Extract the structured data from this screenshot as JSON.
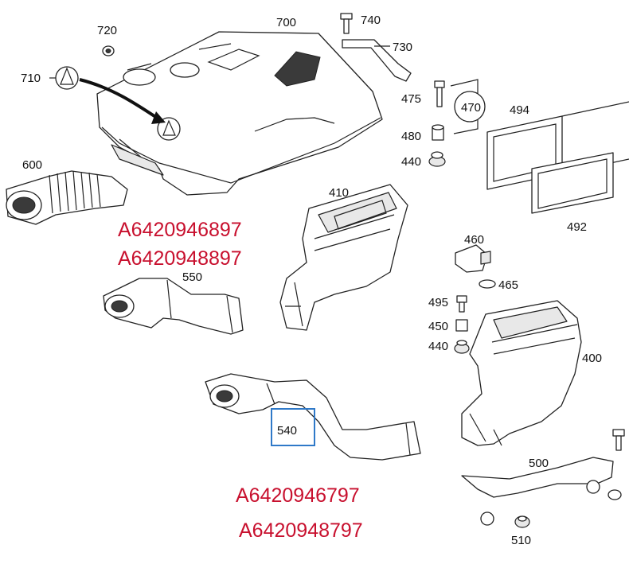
{
  "labels": {
    "l700": "700",
    "l720": "720",
    "l740": "740",
    "l730": "730",
    "l710": "710",
    "l475": "475",
    "l470": "470",
    "l480": "480",
    "l440a": "440",
    "l494": "494",
    "l600": "600",
    "l410": "410",
    "l492": "492",
    "l550": "550",
    "l460": "460",
    "l465": "465",
    "l495": "495",
    "l450": "450",
    "l440b": "440",
    "l400": "400",
    "l540": "540",
    "l500": "500",
    "l510": "510"
  },
  "part_numbers": {
    "p550_a": "A6420946897",
    "p550_b": "A6420948897",
    "p540_a": "A6420946797",
    "p540_b": "A6420948797"
  },
  "colors": {
    "part_number": "#c8102e",
    "highlight_box": "#2f79c8"
  }
}
